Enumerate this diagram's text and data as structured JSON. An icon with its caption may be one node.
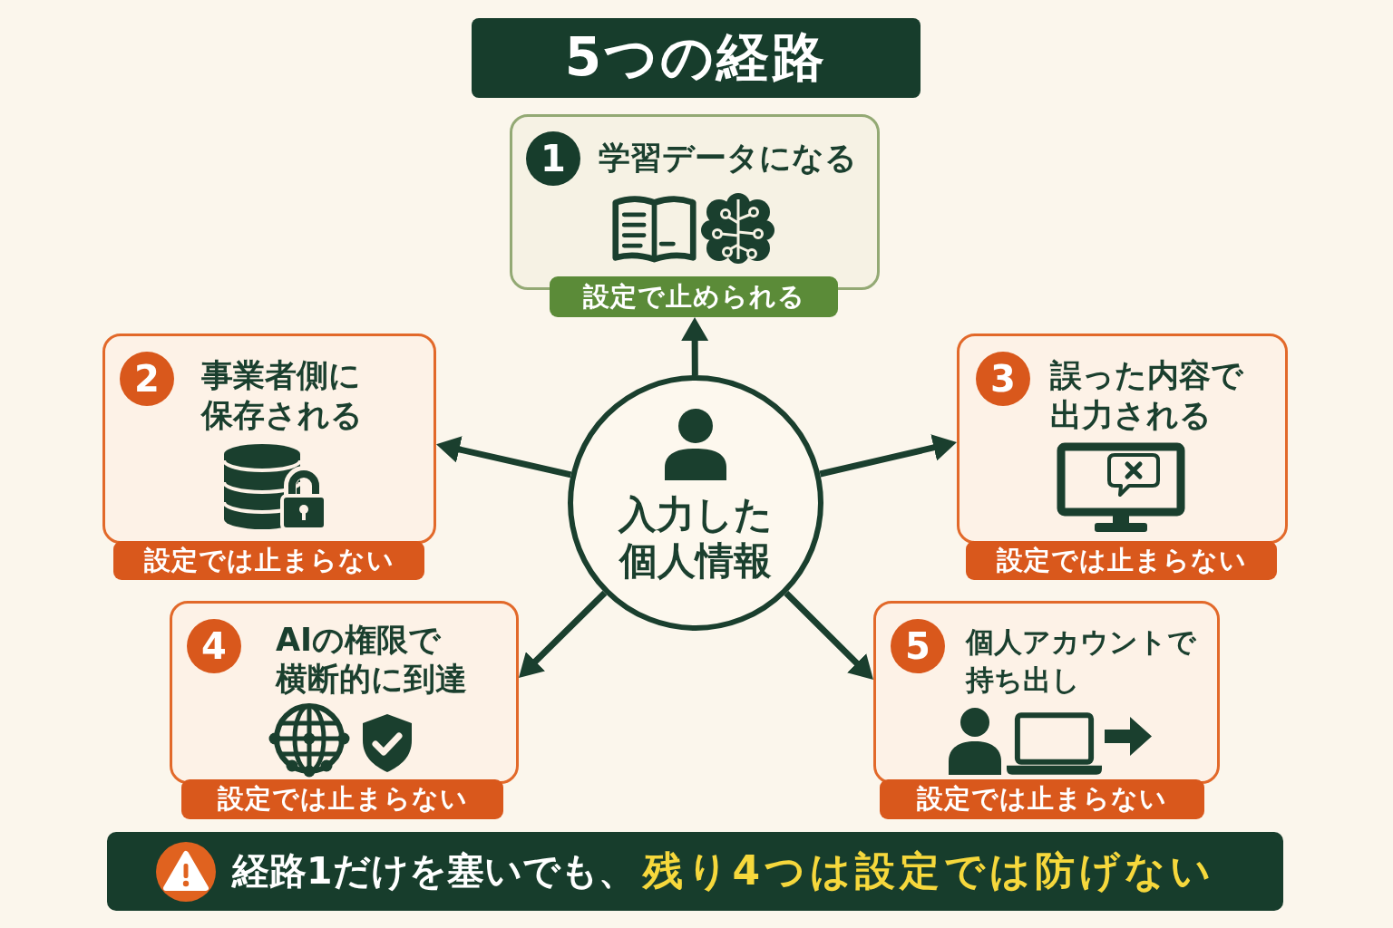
{
  "diagram": {
    "title": "5つの経路",
    "nodes": [
      {
        "text": [
          "1",
          "学習データになる",
          "設定で止められる"
        ]
      },
      {
        "text": [
          "2",
          "事業者側に保存される",
          "設定では止まらない"
        ]
      },
      {
        "text": [
          "入力した個人情報"
        ]
      },
      {
        "text": [
          "3",
          "誤った内容で出力される",
          "設定では止まらない"
        ]
      },
      {
        "text": [
          "4",
          "AIの権限で横断的に到達",
          "設定では止まらない"
        ]
      },
      {
        "text": [
          "5",
          "個人アカウントで持ち出し",
          "設定では止まらない"
        ]
      },
      {
        "text": [
          "経路1だけを塞いでも、",
          "残り4つは設定では防げない"
        ]
      }
    ],
    "edges": [
      {
        "from": 2,
        "to": 0,
        "arrow": "to"
      },
      {
        "from": 2,
        "to": 1,
        "arrow": "to"
      },
      {
        "from": 2,
        "to": 3,
        "arrow": "to"
      },
      {
        "from": 2,
        "to": 4,
        "arrow": "to"
      },
      {
        "from": 2,
        "to": 5,
        "arrow": "to"
      }
    ]
  }
}
